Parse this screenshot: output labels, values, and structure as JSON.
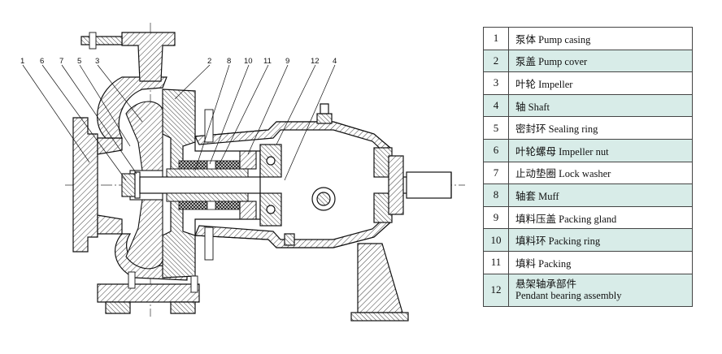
{
  "callouts": [
    "1",
    "6",
    "7",
    "5",
    "3",
    "2",
    "8",
    "10",
    "11",
    "9",
    "12",
    "4"
  ],
  "parts": [
    {
      "no": "1",
      "name": "泵体 Pump casing"
    },
    {
      "no": "2",
      "name": "泵盖 Pump cover"
    },
    {
      "no": "3",
      "name": "叶轮 Impeller"
    },
    {
      "no": "4",
      "name": "轴 Shaft"
    },
    {
      "no": "5",
      "name": "密封环 Sealing ring"
    },
    {
      "no": "6",
      "name": "叶轮螺母 Impeller nut"
    },
    {
      "no": "7",
      "name": "止动垫圈 Lock washer"
    },
    {
      "no": "8",
      "name": "轴套 Muff"
    },
    {
      "no": "9",
      "name": "填料压盖 Packing gland"
    },
    {
      "no": "10",
      "name": "填料环 Packing ring"
    },
    {
      "no": "11",
      "name": "填料 Packing"
    },
    {
      "no": "12",
      "name": "悬架轴承部件",
      "name2": "Pendant bearing assembly"
    }
  ]
}
